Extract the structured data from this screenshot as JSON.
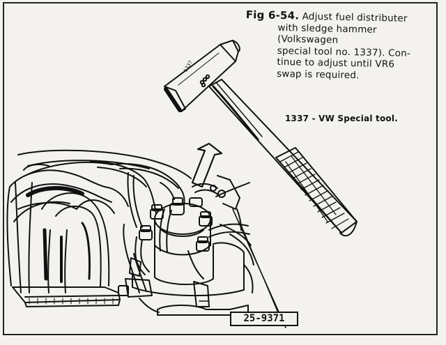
{
  "caption": {
    "fig_label": "Fig 6-54.",
    "text_line1": "Adjust fuel distributer",
    "text_line2": "with sledge hammer (Volkswagen",
    "text_line3": "special tool no. 1337). Con-",
    "text_line4": "tinue to adjust until VR6",
    "text_line5": "swap is required."
  },
  "tool_note": "1337 - VW Special tool.",
  "hammer_marking": "1337",
  "part_number": "25-9371",
  "colors": {
    "ink": "#111111",
    "paper": "#f3f2ef"
  },
  "icons": [
    "sledge-hammer-icon",
    "pointer-arrow-icon",
    "engine-illustration"
  ]
}
